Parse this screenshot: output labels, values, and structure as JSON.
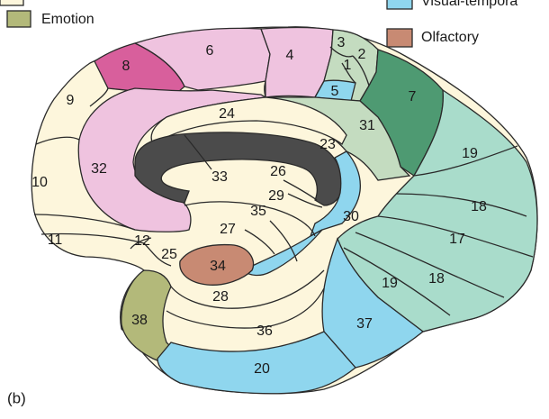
{
  "caption": "(b)",
  "legend": [
    {
      "key": "emotion",
      "label": "Emotion",
      "color": "#b3b97a"
    },
    {
      "key": "visual",
      "label": "Visual-tempora",
      "color": "#8fd6ee"
    },
    {
      "key": "olfactory",
      "label": "Olfactory",
      "color": "#c88a73"
    }
  ],
  "colors": {
    "cream": "#fdf6dc",
    "pink": "#efc3df",
    "magenta": "#d85f9c",
    "light_green": "#c4dcc0",
    "teal": "#a9dccb",
    "dark_green": "#4e9a72",
    "blue": "#8fd6ee",
    "olfactory": "#c88a73",
    "emotion": "#b3b97a",
    "callosum": "#4b4b4b"
  },
  "areas": {
    "a8": "8",
    "a6": "6",
    "a4": "4",
    "a3": "3",
    "a2": "2",
    "a1": "1",
    "a5": "5",
    "a7": "7",
    "a9": "9",
    "a24": "24",
    "a31": "31",
    "a32": "32",
    "a23": "23",
    "a33": "33",
    "a26": "26",
    "a29": "29",
    "a30": "30",
    "a10": "10",
    "a35": "35",
    "a27": "27",
    "a11": "11",
    "a12": "12",
    "a25": "25",
    "a34": "34",
    "a28": "28",
    "a19a": "19",
    "a18a": "18",
    "a17": "17",
    "a19b": "19",
    "a18b": "18",
    "a38": "38",
    "a36": "36",
    "a37": "37",
    "a20": "20"
  }
}
